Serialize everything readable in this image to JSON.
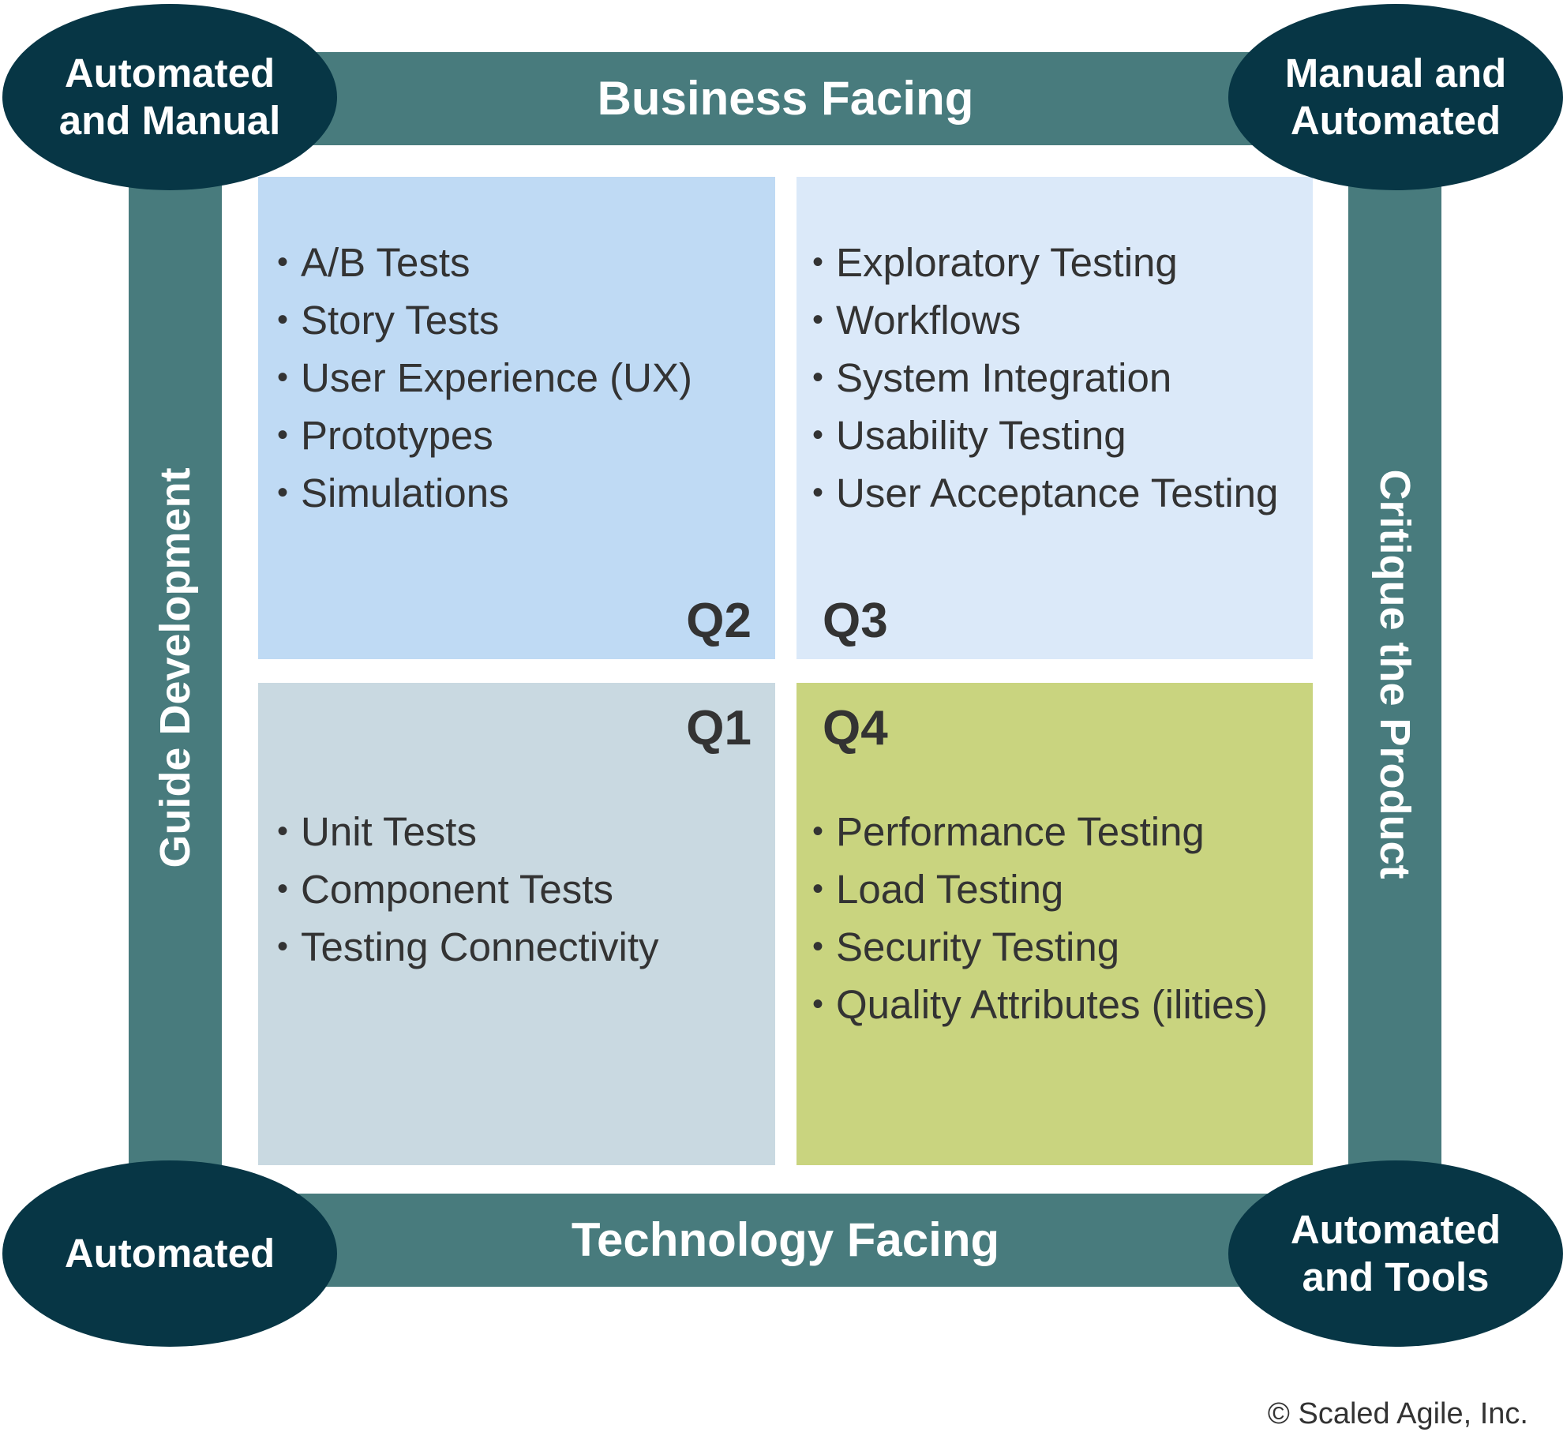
{
  "bands": {
    "top": "Business Facing",
    "bottom": "Technology Facing",
    "left": "Guide Development",
    "right": "Critique the Product"
  },
  "corners": {
    "top_left": "Automated\nand Manual",
    "top_right": "Manual and\nAutomated",
    "bottom_left": "Automated",
    "bottom_right": "Automated\nand Tools"
  },
  "quadrants": {
    "q2": {
      "label": "Q2",
      "color": "#bfdaf4",
      "items": [
        "A/B Tests",
        "Story Tests",
        "User Experience (UX)",
        "Prototypes",
        "Simulations"
      ]
    },
    "q3": {
      "label": "Q3",
      "color": "#dbe9f9",
      "items": [
        "Exploratory Testing",
        "Workflows",
        "System Integration",
        "Usability Testing",
        "User Acceptance Testing"
      ]
    },
    "q1": {
      "label": "Q1",
      "color": "#c9d9e1",
      "items": [
        "Unit Tests",
        "Component Tests",
        "Testing Connectivity"
      ]
    },
    "q4": {
      "label": "Q4",
      "color": "#c9d47f",
      "items": [
        "Performance Testing",
        "Load Testing",
        "Security Testing",
        "Quality Attributes (ilities)"
      ]
    }
  },
  "colors": {
    "band": "#487b7d",
    "ellipse": "#073645"
  },
  "copyright": "© Scaled Agile, Inc."
}
